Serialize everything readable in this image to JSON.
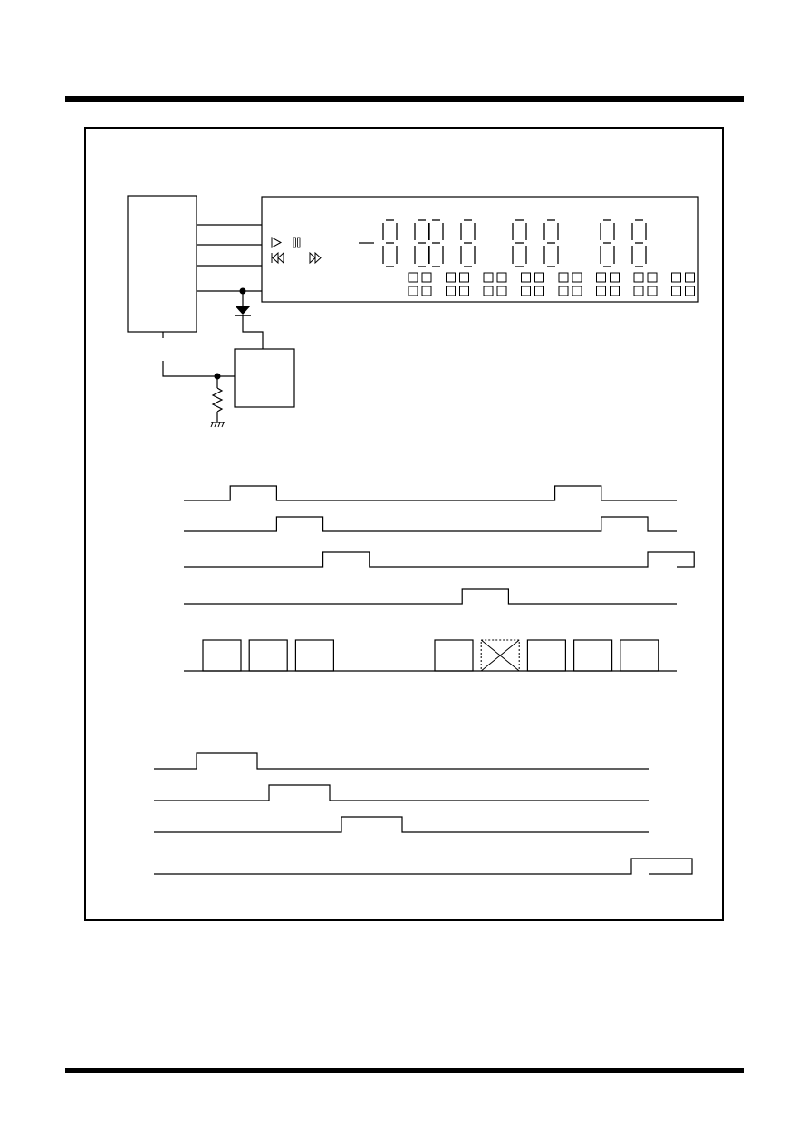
{
  "page": {
    "has_text": false
  },
  "circuit": {
    "controller_block": {
      "label": ""
    },
    "driver_block": {
      "label": ""
    },
    "display": {
      "indicator_icons": [
        "play-icon",
        "pause-icon",
        "rewind-icon",
        "fast-forward-icon"
      ],
      "minus_sign": true,
      "digit_groups": [
        2,
        2,
        2,
        2
      ],
      "grid_square_pairs": 8
    }
  },
  "timing_diagram_a": {
    "signals": [
      {
        "pulses": [
          [
            1,
            2
          ],
          [
            8,
            9
          ]
        ]
      },
      {
        "pulses": [
          [
            2,
            3
          ],
          [
            9,
            10
          ]
        ]
      },
      {
        "pulses": [
          [
            3,
            4
          ],
          [
            10,
            11
          ]
        ]
      },
      {
        "pulses": [
          [
            6,
            7
          ]
        ]
      }
    ],
    "data_slots": [
      {
        "slot": 1,
        "state": "valid"
      },
      {
        "slot": 2,
        "state": "valid"
      },
      {
        "slot": 3,
        "state": "valid"
      },
      {
        "slot": 6,
        "state": "valid"
      },
      {
        "slot": 7,
        "state": "invalid"
      },
      {
        "slot": 8,
        "state": "valid"
      },
      {
        "slot": 9,
        "state": "valid"
      },
      {
        "slot": 10,
        "state": "valid"
      }
    ]
  },
  "timing_diagram_b": {
    "signals": [
      {
        "pulses": [
          [
            1,
            2
          ]
        ]
      },
      {
        "pulses": [
          [
            2,
            3
          ]
        ]
      },
      {
        "pulses": [
          [
            3,
            4
          ]
        ]
      },
      {
        "pulses": [
          [
            7,
            8
          ]
        ]
      }
    ]
  }
}
